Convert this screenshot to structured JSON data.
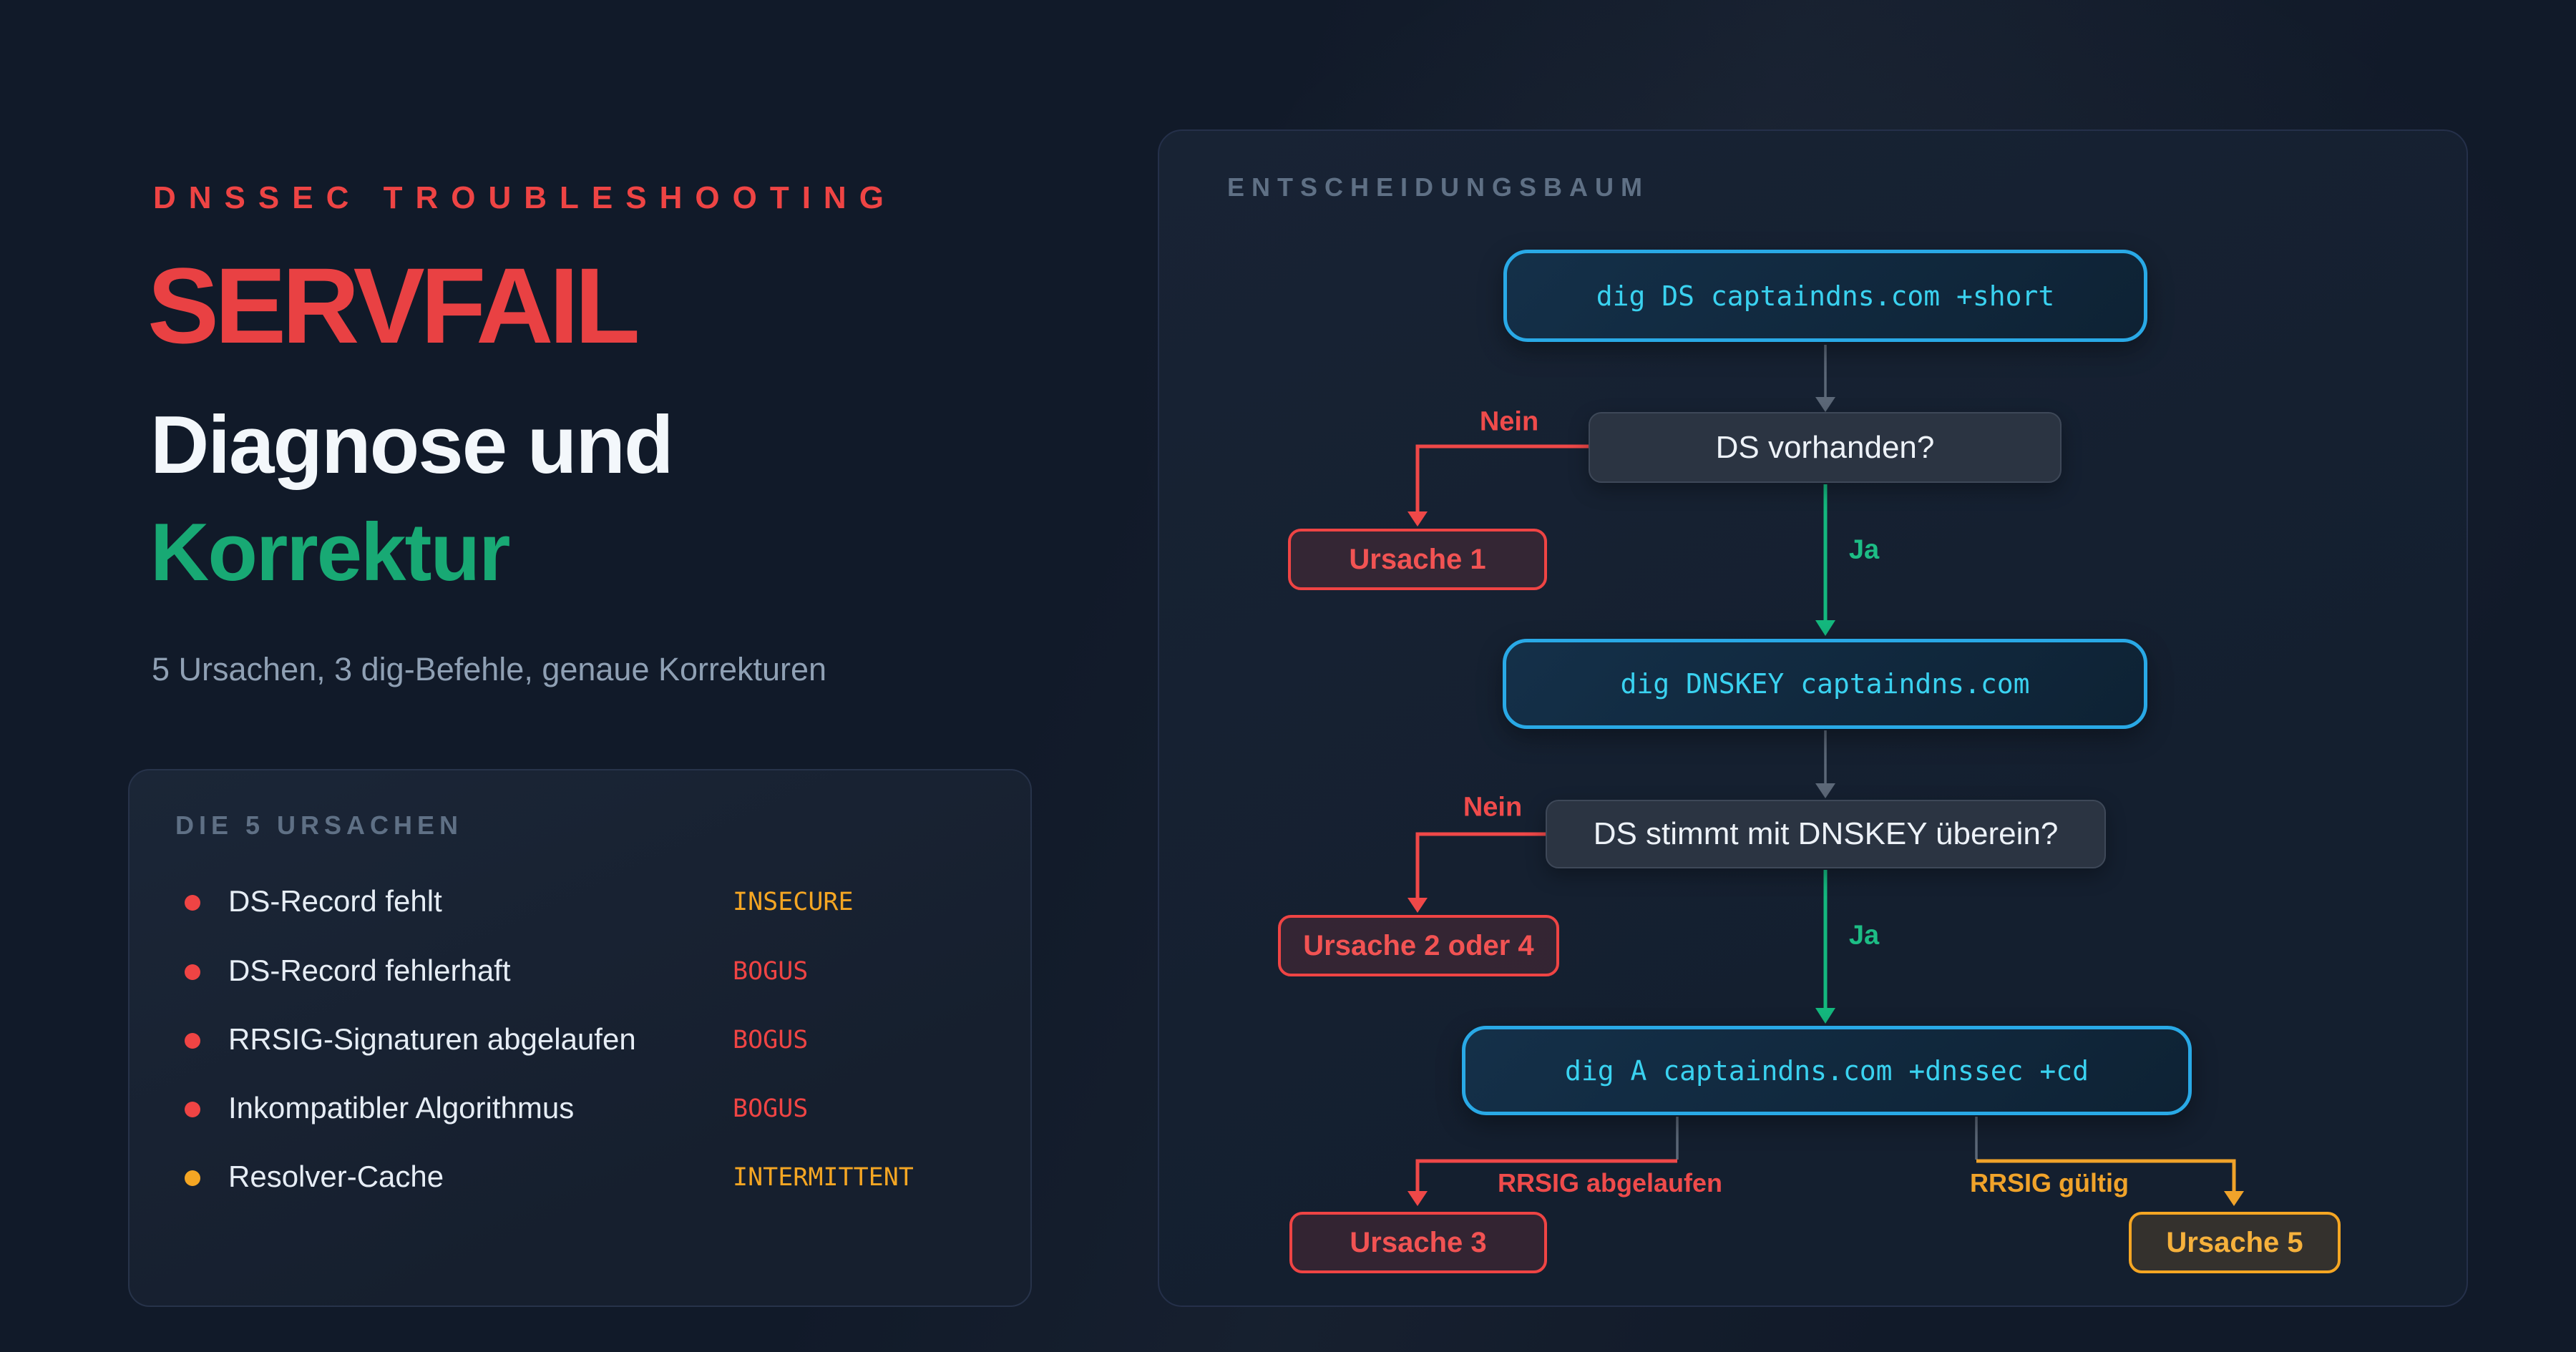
{
  "hero": {
    "eyebrow": "DNSSEC TROUBLESHOOTING",
    "title": "SERVFAIL",
    "subtitle_line1": "Diagnose und",
    "subtitle_line2": "Korrektur",
    "tagline": "5 Ursachen, 3 dig-Befehle, genaue Korrekturen"
  },
  "causes": {
    "header": "DIE 5 URSACHEN",
    "items": [
      {
        "label": "DS-Record fehlt",
        "status": "INSECURE",
        "status_color": "#f5a623",
        "dot_color": "#ef4444"
      },
      {
        "label": "DS-Record fehlerhaft",
        "status": "BOGUS",
        "status_color": "#ef4444",
        "dot_color": "#ef4444"
      },
      {
        "label": "RRSIG-Signaturen abgelaufen",
        "status": "BOGUS",
        "status_color": "#ef4444",
        "dot_color": "#ef4444"
      },
      {
        "label": "Inkompatibler Algorithmus",
        "status": "BOGUS",
        "status_color": "#ef4444",
        "dot_color": "#ef4444"
      },
      {
        "label": "Resolver-Cache",
        "status": "INTERMITTENT",
        "status_color": "#f5a623",
        "dot_color": "#f5a623"
      }
    ]
  },
  "tree": {
    "header": "ENTSCHEIDUNGSBAUM",
    "nodes": {
      "cmd1": "dig DS captaindns.com +short",
      "q1": "DS vorhanden?",
      "cause1": "Ursache 1",
      "cmd2": "dig DNSKEY captaindns.com",
      "q2": "DS stimmt mit DNSKEY überein?",
      "cause24": "Ursache 2 oder 4",
      "cmd3": "dig A captaindns.com +dnssec +cd",
      "cause3": "Ursache 3",
      "cause5": "Ursache 5"
    },
    "labels": {
      "no1": "Nein",
      "yes1": "Ja",
      "no2": "Nein",
      "yes2": "Ja",
      "rrsig_expired": "RRSIG abgelaufen",
      "rrsig_valid": "RRSIG gültig"
    }
  },
  "colors": {
    "background": "#111a29",
    "accent_red": "#ef4444",
    "accent_green": "#18a974",
    "accent_amber": "#f5a623",
    "command_text": "#3ad2f0",
    "command_border": "#29a9e6",
    "muted_header": "#5f7085",
    "arrow_gray": "#5c6878"
  }
}
